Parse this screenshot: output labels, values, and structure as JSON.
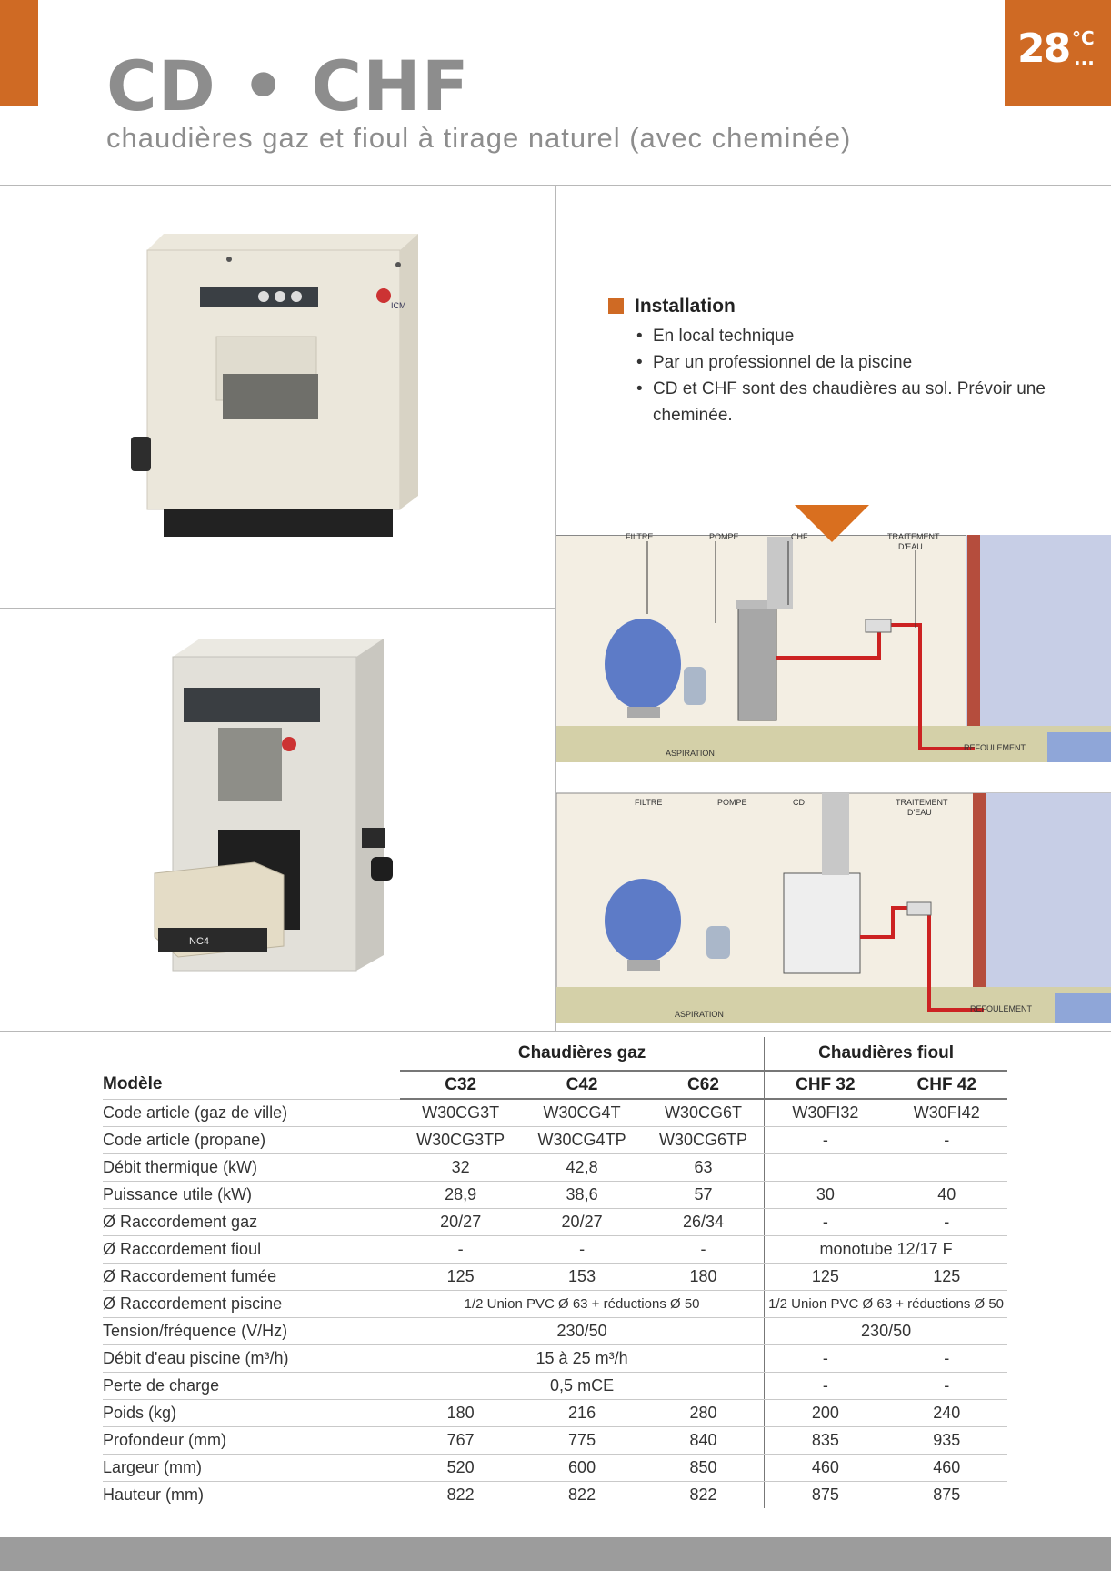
{
  "header": {
    "title": "CD • CHF",
    "subtitle": "chaudières gaz et fioul à tirage naturel (avec cheminée)",
    "logo_number": "28",
    "logo_unit": "°C",
    "logo_dots": "..."
  },
  "installation": {
    "title": "Installation",
    "items": [
      "En local technique",
      "Par un professionnel de la piscine",
      "CD et CHF sont des chaudières au sol. Prévoir une cheminée."
    ]
  },
  "boiler_photos": {
    "top_brand": "ICM",
    "bottom_burner_label": "NC4"
  },
  "diagram_top": {
    "labels": {
      "filtre": "FILTRE",
      "pompe": "POMPE",
      "boiler": "CHF",
      "traitement1": "TRAITEMENT",
      "traitement2": "D'EAU",
      "aspiration": "ASPIRATION",
      "refoulement": "REFOULEMENT"
    }
  },
  "diagram_bottom": {
    "labels": {
      "filtre": "FILTRE",
      "pompe": "POMPE",
      "boiler": "CD",
      "traitement1": "TRAITEMENT",
      "traitement2": "D'EAU",
      "aspiration": "ASPIRATION",
      "refoulement": "REFOULEMENT"
    }
  },
  "table": {
    "group_gaz": "Chaudières gaz",
    "group_fioul": "Chaudières fioul",
    "model_label": "Modèle",
    "models": [
      "C32",
      "C42",
      "C62",
      "CHF 32",
      "CHF 42"
    ],
    "rows": [
      {
        "label": "Code article (gaz de ville)",
        "cells": [
          "W30CG3T",
          "W30CG4T",
          "W30CG6T",
          "W30FI32",
          "W30FI42"
        ]
      },
      {
        "label": "Code article (propane)",
        "cells": [
          "W30CG3TP",
          "W30CG4TP",
          "W30CG6TP",
          "-",
          "-"
        ]
      },
      {
        "label": "Débit thermique (kW)",
        "cells": [
          "32",
          "42,8",
          "63",
          "",
          ""
        ]
      },
      {
        "label": "Puissance utile (kW)",
        "cells": [
          "28,9",
          "38,6",
          "57",
          "30",
          "40"
        ]
      },
      {
        "label": "Ø Raccordement gaz",
        "cells": [
          "20/27",
          "20/27",
          "26/34",
          "-",
          "-"
        ]
      },
      {
        "label": "Ø Raccordement fioul",
        "cells": [
          "-",
          "-",
          "-"
        ],
        "fioul_span": "monotube 12/17 F"
      },
      {
        "label": "Ø Raccordement fumée",
        "cells": [
          "125",
          "153",
          "180",
          "125",
          "125"
        ]
      }
    ],
    "row_piscine": {
      "label": "Ø Raccordement piscine",
      "gaz_span": "1/2 Union PVC Ø 63 + réductions Ø 50",
      "fioul_span": "1/2 Union PVC Ø 63 + réductions Ø 50"
    },
    "row_tension": {
      "label": "Tension/fréquence (V/Hz)",
      "gaz_span": "230/50",
      "fioul_span": "230/50"
    },
    "row_debit": {
      "label": "Débit d'eau piscine (m³/h)",
      "gaz_span": "15 à 25 m³/h",
      "fioul": [
        "-",
        "-"
      ]
    },
    "row_perte": {
      "label": "Perte de charge",
      "gaz_span": "0,5 mCE",
      "fioul": [
        "-",
        "-"
      ]
    },
    "rows_bottom": [
      {
        "label": "Poids (kg)",
        "cells": [
          "180",
          "216",
          "280",
          "200",
          "240"
        ]
      },
      {
        "label": "Profondeur (mm)",
        "cells": [
          "767",
          "775",
          "840",
          "835",
          "935"
        ]
      },
      {
        "label": "Largeur (mm)",
        "cells": [
          "520",
          "600",
          "850",
          "460",
          "460"
        ]
      },
      {
        "label": "Hauteur (mm)",
        "cells": [
          "822",
          "822",
          "822",
          "875",
          "875"
        ]
      }
    ]
  },
  "colors": {
    "accent": "#cf6a24",
    "title_grey": "#8d8d8d",
    "footer": "#9c9c9c"
  }
}
